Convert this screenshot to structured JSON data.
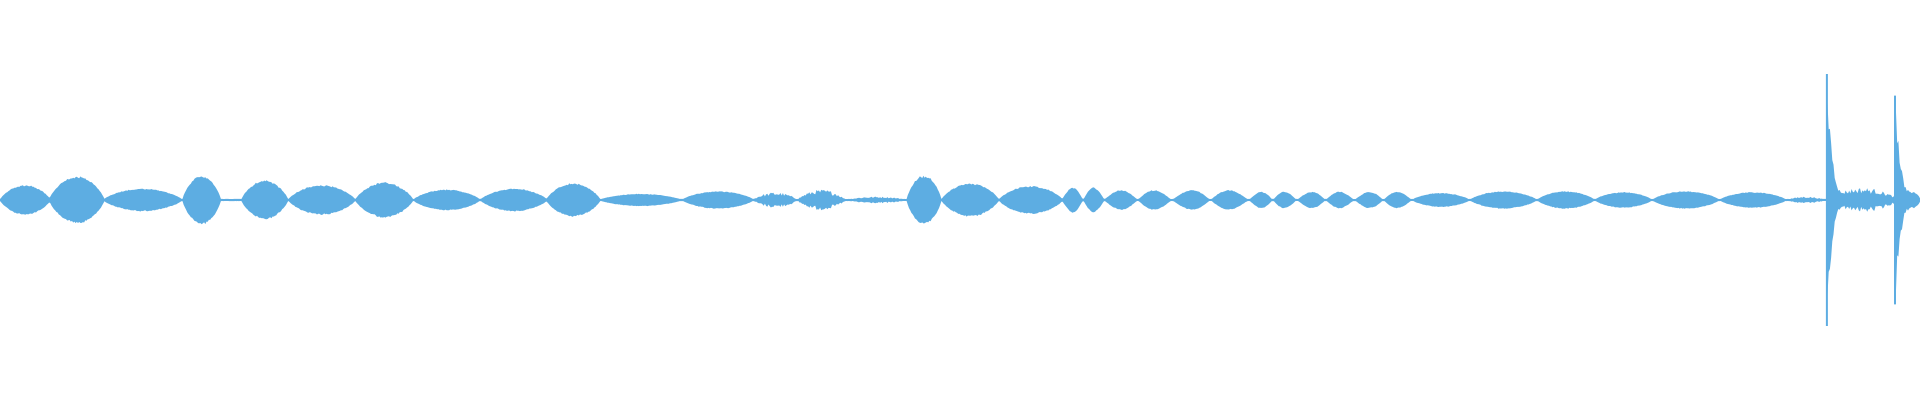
{
  "waveform": {
    "color": "#5DADE2",
    "background": "#ffffff",
    "segments": [
      {
        "s": 0.0,
        "e": 0.026,
        "a": 0.085,
        "shape": "dome"
      },
      {
        "s": 0.026,
        "e": 0.054,
        "a": 0.135,
        "shape": "dome"
      },
      {
        "s": 0.054,
        "e": 0.095,
        "a": 0.065,
        "shape": "dome"
      },
      {
        "s": 0.095,
        "e": 0.115,
        "a": 0.14,
        "shape": "dome"
      },
      {
        "s": 0.115,
        "e": 0.126,
        "a": 0.015,
        "shape": "flat"
      },
      {
        "s": 0.126,
        "e": 0.15,
        "a": 0.11,
        "shape": "dome"
      },
      {
        "s": 0.15,
        "e": 0.185,
        "a": 0.085,
        "shape": "dome"
      },
      {
        "s": 0.185,
        "e": 0.215,
        "a": 0.1,
        "shape": "dome"
      },
      {
        "s": 0.215,
        "e": 0.25,
        "a": 0.06,
        "shape": "dome"
      },
      {
        "s": 0.25,
        "e": 0.285,
        "a": 0.065,
        "shape": "dome"
      },
      {
        "s": 0.285,
        "e": 0.312,
        "a": 0.095,
        "shape": "dome"
      },
      {
        "s": 0.312,
        "e": 0.355,
        "a": 0.035,
        "shape": "dome"
      },
      {
        "s": 0.355,
        "e": 0.392,
        "a": 0.05,
        "shape": "dome"
      },
      {
        "s": 0.392,
        "e": 0.415,
        "a": 0.045,
        "shape": "noisy"
      },
      {
        "s": 0.415,
        "e": 0.44,
        "a": 0.06,
        "shape": "noisy"
      },
      {
        "s": 0.44,
        "e": 0.472,
        "a": 0.02,
        "shape": "noisy"
      },
      {
        "s": 0.472,
        "e": 0.49,
        "a": 0.14,
        "shape": "dome"
      },
      {
        "s": 0.49,
        "e": 0.52,
        "a": 0.095,
        "shape": "dome"
      },
      {
        "s": 0.52,
        "e": 0.553,
        "a": 0.08,
        "shape": "dome"
      },
      {
        "s": 0.553,
        "e": 0.575,
        "a": 0.075,
        "shape": "double"
      },
      {
        "s": 0.575,
        "e": 0.61,
        "a": 0.06,
        "shape": "double"
      },
      {
        "s": 0.61,
        "e": 0.65,
        "a": 0.06,
        "shape": "double"
      },
      {
        "s": 0.65,
        "e": 0.675,
        "a": 0.05,
        "shape": "double"
      },
      {
        "s": 0.675,
        "e": 0.705,
        "a": 0.05,
        "shape": "double"
      },
      {
        "s": 0.705,
        "e": 0.735,
        "a": 0.05,
        "shape": "double"
      },
      {
        "s": 0.735,
        "e": 0.765,
        "a": 0.04,
        "shape": "dome"
      },
      {
        "s": 0.765,
        "e": 0.8,
        "a": 0.05,
        "shape": "dome"
      },
      {
        "s": 0.8,
        "e": 0.83,
        "a": 0.05,
        "shape": "dome"
      },
      {
        "s": 0.83,
        "e": 0.86,
        "a": 0.045,
        "shape": "dome"
      },
      {
        "s": 0.86,
        "e": 0.895,
        "a": 0.05,
        "shape": "dome"
      },
      {
        "s": 0.895,
        "e": 0.93,
        "a": 0.045,
        "shape": "dome"
      },
      {
        "s": 0.93,
        "e": 0.95,
        "a": 0.02,
        "shape": "noisy"
      },
      {
        "s": 0.95,
        "e": 0.988,
        "a": 0.07,
        "shape": "noisy"
      },
      {
        "s": 0.988,
        "e": 1.0,
        "a": 0.06,
        "shape": "noisy"
      }
    ],
    "spikes": [
      {
        "p": 0.9515,
        "a": 0.7
      },
      {
        "p": 0.987,
        "a": 0.58
      }
    ]
  }
}
